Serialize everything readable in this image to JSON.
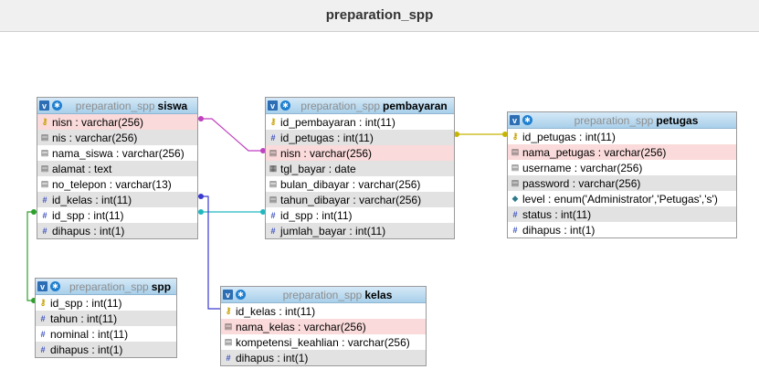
{
  "page": {
    "title": "preparation_spp"
  },
  "icons": {
    "key": "key-icon",
    "index": "index-icon",
    "number": "hash-icon",
    "date": "calendar-icon",
    "enum": "diamond-icon",
    "toggle": "v-toggle-icon",
    "options": "gear-icon"
  },
  "colors": {
    "header_gradient_top": "#d5e9f7",
    "header_gradient_bottom": "#a8cfea",
    "row_alt": "#e2e2e2",
    "row_highlight": "#fadada",
    "link_siswa_pembayaran": "#c040c0",
    "link_spp_siswa": "#2ca02c",
    "link_siswa_pembayaran_spp": "#20b8c0",
    "link_kelas_siswa": "#3a3ad0",
    "link_petugas_pembayaran": "#c8b400"
  },
  "tables": {
    "siswa": {
      "db": "preparation_spp",
      "name": "siswa",
      "fields": [
        {
          "text": "nisn : varchar(256)",
          "icon": "key"
        },
        {
          "text": "nis : varchar(256)",
          "icon": "index"
        },
        {
          "text": "nama_siswa : varchar(256)",
          "icon": "index"
        },
        {
          "text": "alamat : text",
          "icon": "index"
        },
        {
          "text": "no_telepon : varchar(13)",
          "icon": "index"
        },
        {
          "text": "id_kelas : int(11)",
          "icon": "number"
        },
        {
          "text": "id_spp : int(11)",
          "icon": "number"
        },
        {
          "text": "dihapus : int(1)",
          "icon": "number"
        }
      ]
    },
    "pembayaran": {
      "db": "preparation_spp",
      "name": "pembayaran",
      "fields": [
        {
          "text": "id_pembayaran : int(11)",
          "icon": "key"
        },
        {
          "text": "id_petugas : int(11)",
          "icon": "number"
        },
        {
          "text": "nisn : varchar(256)",
          "icon": "index"
        },
        {
          "text": "tgl_bayar : date",
          "icon": "date"
        },
        {
          "text": "bulan_dibayar : varchar(256)",
          "icon": "index"
        },
        {
          "text": "tahun_dibayar : varchar(256)",
          "icon": "index"
        },
        {
          "text": "id_spp : int(11)",
          "icon": "number"
        },
        {
          "text": "jumlah_bayar : int(11)",
          "icon": "number"
        }
      ]
    },
    "petugas": {
      "db": "preparation_spp",
      "name": "petugas",
      "fields": [
        {
          "text": "id_petugas : int(11)",
          "icon": "key"
        },
        {
          "text": "nama_petugas : varchar(256)",
          "icon": "index"
        },
        {
          "text": "username : varchar(256)",
          "icon": "index"
        },
        {
          "text": "password : varchar(256)",
          "icon": "index"
        },
        {
          "text": "level : enum('Administrator','Petugas','s')",
          "icon": "enum"
        },
        {
          "text": "status : int(11)",
          "icon": "number"
        },
        {
          "text": "dihapus : int(1)",
          "icon": "number"
        }
      ]
    },
    "spp": {
      "db": "preparation_spp",
      "name": "spp",
      "fields": [
        {
          "text": "id_spp : int(11)",
          "icon": "key"
        },
        {
          "text": "tahun : int(11)",
          "icon": "number"
        },
        {
          "text": "nominal : int(11)",
          "icon": "number"
        },
        {
          "text": "dihapus : int(1)",
          "icon": "number"
        }
      ]
    },
    "kelas": {
      "db": "preparation_spp",
      "name": "kelas",
      "fields": [
        {
          "text": "id_kelas : int(11)",
          "icon": "key"
        },
        {
          "text": "nama_kelas : varchar(256)",
          "icon": "index"
        },
        {
          "text": "kompetensi_keahlian : varchar(256)",
          "icon": "index"
        },
        {
          "text": "dihapus : int(1)",
          "icon": "number"
        }
      ]
    }
  }
}
